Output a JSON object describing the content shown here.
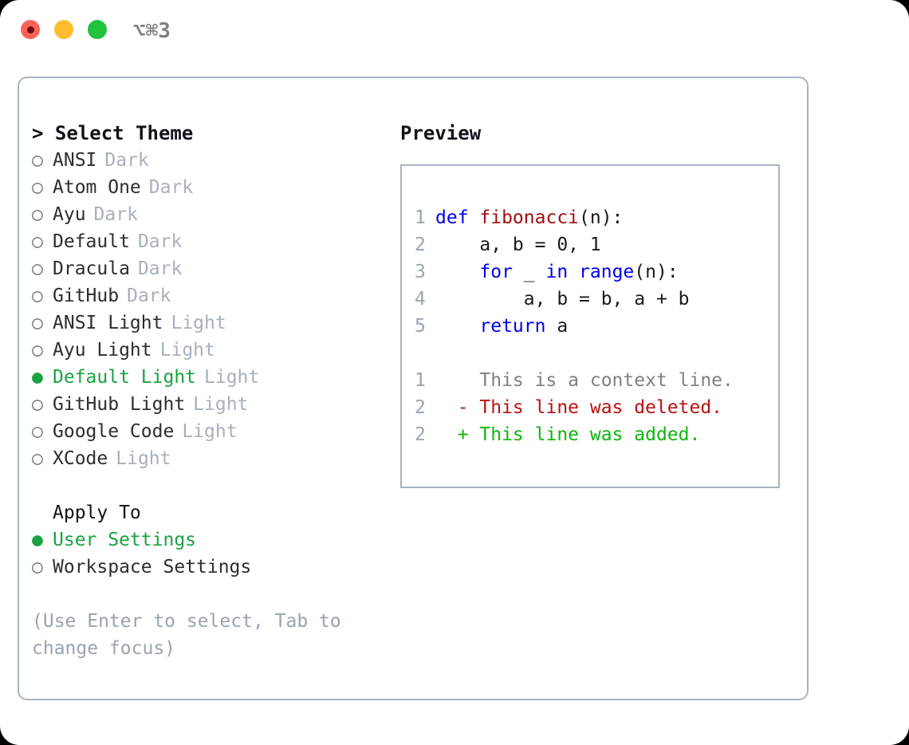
{
  "titlebar": {
    "shortcut": "⌥⌘3",
    "lights": [
      "close",
      "minimize",
      "maximize"
    ]
  },
  "theme_panel": {
    "header": "> Select Theme",
    "items": [
      {
        "marker": "○",
        "name": "ANSI",
        "tag": "Dark",
        "selected": false
      },
      {
        "marker": "○",
        "name": "Atom One",
        "tag": "Dark",
        "selected": false
      },
      {
        "marker": "○",
        "name": "Ayu",
        "tag": "Dark",
        "selected": false
      },
      {
        "marker": "○",
        "name": "Default",
        "tag": "Dark",
        "selected": false
      },
      {
        "marker": "○",
        "name": "Dracula",
        "tag": "Dark",
        "selected": false
      },
      {
        "marker": "○",
        "name": "GitHub",
        "tag": "Dark",
        "selected": false
      },
      {
        "marker": "○",
        "name": "ANSI Light",
        "tag": "Light",
        "selected": false
      },
      {
        "marker": "○",
        "name": "Ayu Light",
        "tag": "Light",
        "selected": false
      },
      {
        "marker": "●",
        "name": "Default Light",
        "tag": "Light",
        "selected": true
      },
      {
        "marker": "○",
        "name": "GitHub Light",
        "tag": "Light",
        "selected": false
      },
      {
        "marker": "○",
        "name": "Google Code",
        "tag": "Light",
        "selected": false
      },
      {
        "marker": "○",
        "name": "XCode",
        "tag": "Light",
        "selected": false
      }
    ]
  },
  "apply_to": {
    "header": "Apply To",
    "options": [
      {
        "marker": "●",
        "label": "User Settings",
        "selected": true
      },
      {
        "marker": "○",
        "label": "Workspace Settings",
        "selected": false
      }
    ]
  },
  "hint": "(Use Enter to select, Tab to change focus)",
  "preview": {
    "header": "Preview",
    "code_lines": [
      {
        "num": "1",
        "tokens": [
          {
            "text": "def ",
            "cls": "kw"
          },
          {
            "text": "fibonacci",
            "cls": "fn"
          },
          {
            "text": "(n):",
            "cls": "pl"
          }
        ]
      },
      {
        "num": "2",
        "tokens": [
          {
            "text": "    a, b = 0, 1",
            "cls": "pl"
          }
        ]
      },
      {
        "num": "3",
        "tokens": [
          {
            "text": "    ",
            "cls": "pl"
          },
          {
            "text": "for",
            "cls": "kw"
          },
          {
            "text": " _ ",
            "cls": "pl"
          },
          {
            "text": "in",
            "cls": "kw"
          },
          {
            "text": " ",
            "cls": "pl"
          },
          {
            "text": "range",
            "cls": "kw"
          },
          {
            "text": "(n):",
            "cls": "pl"
          }
        ]
      },
      {
        "num": "4",
        "tokens": [
          {
            "text": "        a, b = b, a + b",
            "cls": "pl"
          }
        ]
      },
      {
        "num": "5",
        "tokens": [
          {
            "text": "    ",
            "cls": "pl"
          },
          {
            "text": "return",
            "cls": "kw"
          },
          {
            "text": " a",
            "cls": "pl"
          }
        ]
      }
    ],
    "diff_lines": [
      {
        "num": "1",
        "sign": " ",
        "text": " This is a context line.",
        "kind": "context"
      },
      {
        "num": "2",
        "sign": "-",
        "text": " This line was deleted.",
        "kind": "deleted"
      },
      {
        "num": "2",
        "sign": "+",
        "text": " This line was added.",
        "kind": "added"
      }
    ]
  },
  "colors": {
    "accent_green": "#19a341",
    "muted": "#a8b0bd",
    "border": "#a9b2c0",
    "keyword_blue": "#0000ee",
    "function_red": "#a01010",
    "diff_deleted": "#bb1111",
    "diff_added": "#10b510",
    "diff_context": "#808080",
    "light_close": "#ff6058",
    "light_min": "#ffbd2e",
    "light_max": "#22c33e"
  }
}
